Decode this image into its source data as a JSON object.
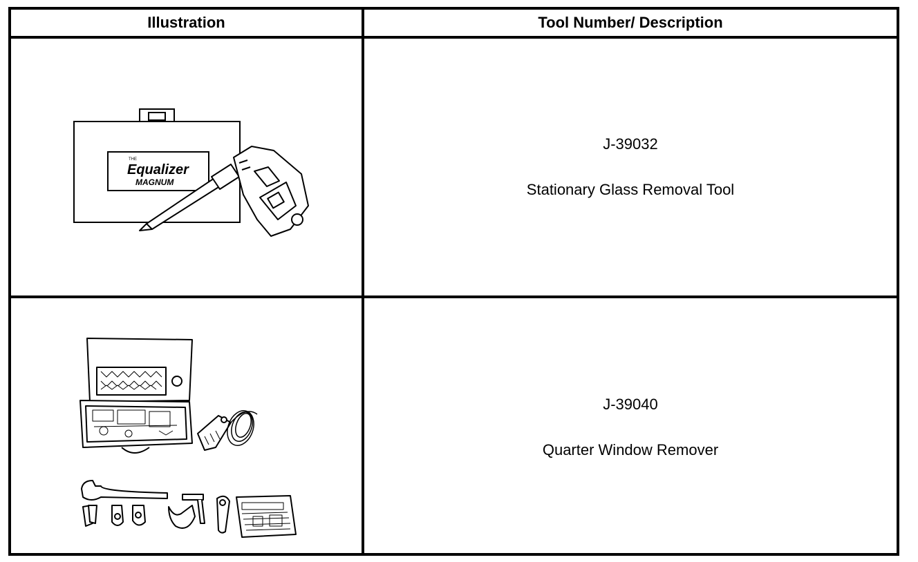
{
  "table": {
    "headers": {
      "illustration": "Illustration",
      "description": "Tool Number/ Description"
    },
    "rows": [
      {
        "tool_number": "J-39032",
        "description": "Stationary Glass Removal Tool",
        "illustration_text": {
          "the": "THE",
          "brand": "Equalizer",
          "model": "MAGNUM"
        }
      },
      {
        "tool_number": "J-39040",
        "description": "Quarter Window Remover"
      }
    ]
  }
}
